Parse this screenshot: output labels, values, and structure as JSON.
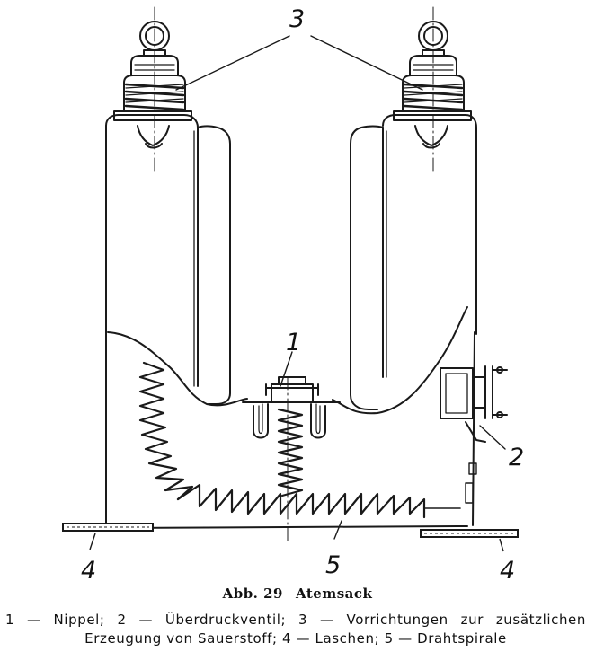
{
  "figure": {
    "labels": {
      "nipple": "1",
      "relief_valve": "2",
      "oxygen_devices": "3",
      "strap_left": "4",
      "strap_right": "4",
      "wire_spiral": "5"
    }
  },
  "caption": {
    "number": "Abb. 29",
    "title": "Atemsack",
    "legend": "1 — Nippel; 2 — Überdruckventil; 3 — Vorrichtungen zur zusätzlichen Erzeugung von Sauerstoff; 4 — Laschen; 5 — Drahtspirale"
  }
}
